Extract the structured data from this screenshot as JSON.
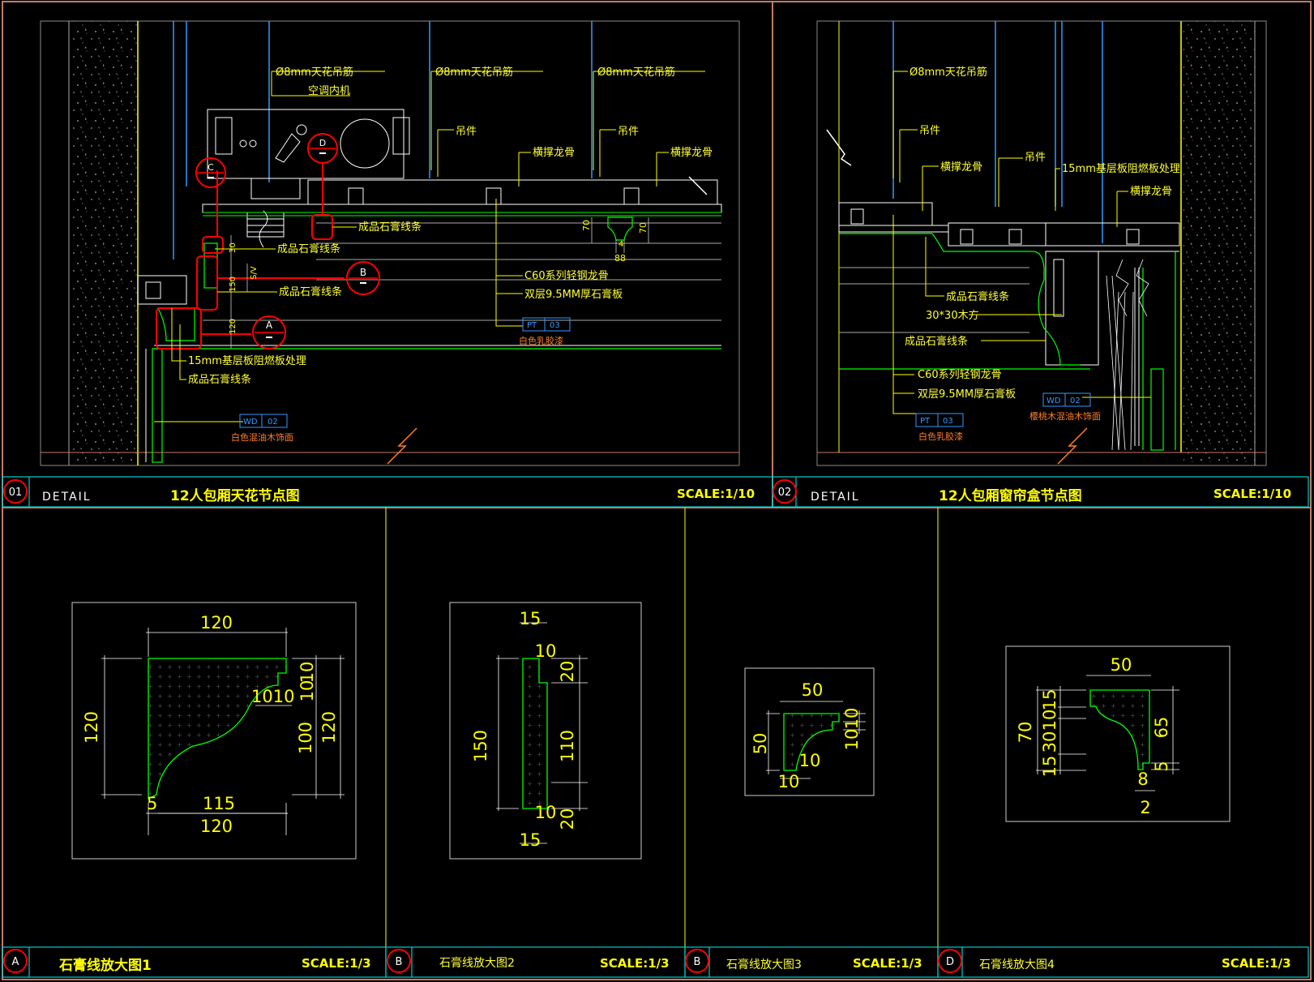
{
  "panels": {
    "p1": {
      "number": "01",
      "prefix": "DETAIL",
      "title": "12人包厢天花节点图",
      "scale": "SCALE:1/10"
    },
    "p2": {
      "number": "02",
      "prefix": "DETAIL",
      "title": "12人包厢窗帘盒节点图",
      "scale": "SCALE:1/10"
    },
    "pa": {
      "letter": "A",
      "title": "石膏线放大图1",
      "scale": "SCALE:1/3"
    },
    "pb": {
      "letter": "B",
      "title": "石膏线放大图2",
      "scale": "SCALE:1/3"
    },
    "pc": {
      "letter": "B",
      "title": "石膏线放大图3",
      "scale": "SCALE:1/3"
    },
    "pd": {
      "letter": "D",
      "title": "石膏线放大图4",
      "scale": "SCALE:1/3"
    }
  },
  "detail1": {
    "rod1": "Ø8mm天花吊筋",
    "rod2": "Ø8mm天花吊筋",
    "rod3": "Ø8mm天花吊筋",
    "ac": "空调内机",
    "hanger1": "吊件",
    "hanger2": "吊件",
    "keel1": "横撑龙骨",
    "keel2": "横撑龙骨",
    "gyp1": "成品石膏线条",
    "gyp2": "成品石膏线条",
    "gyp3": "成品石膏线条",
    "gyp4": "成品石膏线条",
    "c60": "C60系列轻钢龙骨",
    "board": "双层9.5MM厚石膏板",
    "base": "15mm基层板阻燃板处理",
    "pt_code": "PT",
    "pt_num": "03",
    "pt_desc": "白色乳胶漆",
    "wd_code": "WD",
    "wd_num": "02",
    "wd_desc": "白色混油木饰面",
    "callouts": {
      "c": "C",
      "d": "D",
      "b": "B",
      "a": "A"
    },
    "dims": {
      "d70a": "70",
      "d70b": "70",
      "d88": "88",
      "d4": "4",
      "d30": "30",
      "d150": "150",
      "d120": "120",
      "dsv": "S/V"
    }
  },
  "detail2": {
    "rod": "Ø8mm天花吊筋",
    "hanger1": "吊件",
    "hanger2": "吊件",
    "keel1": "横撑龙骨",
    "keel2": "横撑龙骨",
    "base": "15mm基层板阻燃板处理",
    "gyp1": "成品石膏线条",
    "wood": "30*30木方",
    "gyp2": "成品石膏线条",
    "c60": "C60系列轻钢龙骨",
    "board": "双层9.5MM厚石膏板",
    "pt_code": "PT",
    "pt_num": "03",
    "pt_desc": "白色乳胶漆",
    "wd_code": "WD",
    "wd_num": "02",
    "wd_desc": "樱桃木混油木饰面"
  },
  "moldA": {
    "top": "120",
    "right1": "10",
    "right2": "10",
    "inner": "1010",
    "left": "120",
    "r100": "100",
    "r120": "120",
    "bl": "5",
    "b115": "115",
    "b120": "120"
  },
  "moldB": {
    "top15": "15",
    "t10": "10",
    "r20a": "20",
    "left150": "150",
    "r110": "110",
    "b10": "10",
    "r20b": "20",
    "b15": "15"
  },
  "moldC": {
    "top": "50",
    "left": "50",
    "r10a": "10",
    "r10b": "10",
    "in10": "10",
    "b10": "10"
  },
  "moldD": {
    "top": "50",
    "left70": "70",
    "l15a": "15",
    "l30": "30",
    "l15b": "15",
    "l10": "10",
    "r65": "65",
    "r5": "5",
    "b8": "8",
    "b2": "2"
  }
}
